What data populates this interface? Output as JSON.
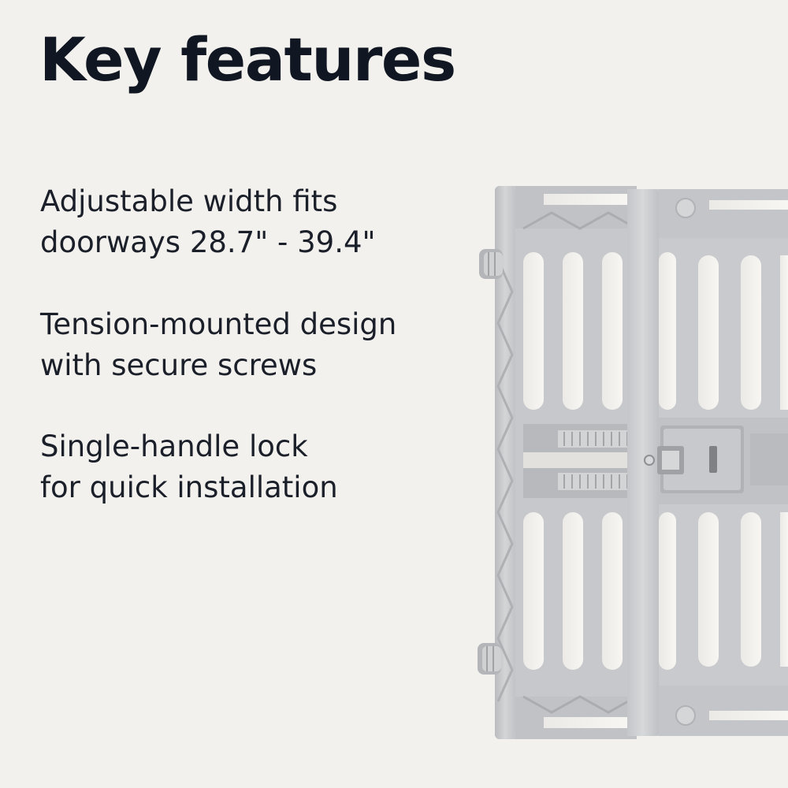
{
  "header": {
    "title": "Key features"
  },
  "features": [
    {
      "line1": "Adjustable width fits",
      "line2": "doorways 28.7\" - 39.4\""
    },
    {
      "line1": "Tension-mounted design",
      "line2": "with secure screws"
    },
    {
      "line1": "Single-handle lock",
      "line2": "for quick installation"
    }
  ],
  "product_image": {
    "icon": "pet-gate-illustration"
  },
  "colors": {
    "background": "#f3f1ed",
    "text": "#161b26",
    "gate": "#c9cbcd"
  }
}
